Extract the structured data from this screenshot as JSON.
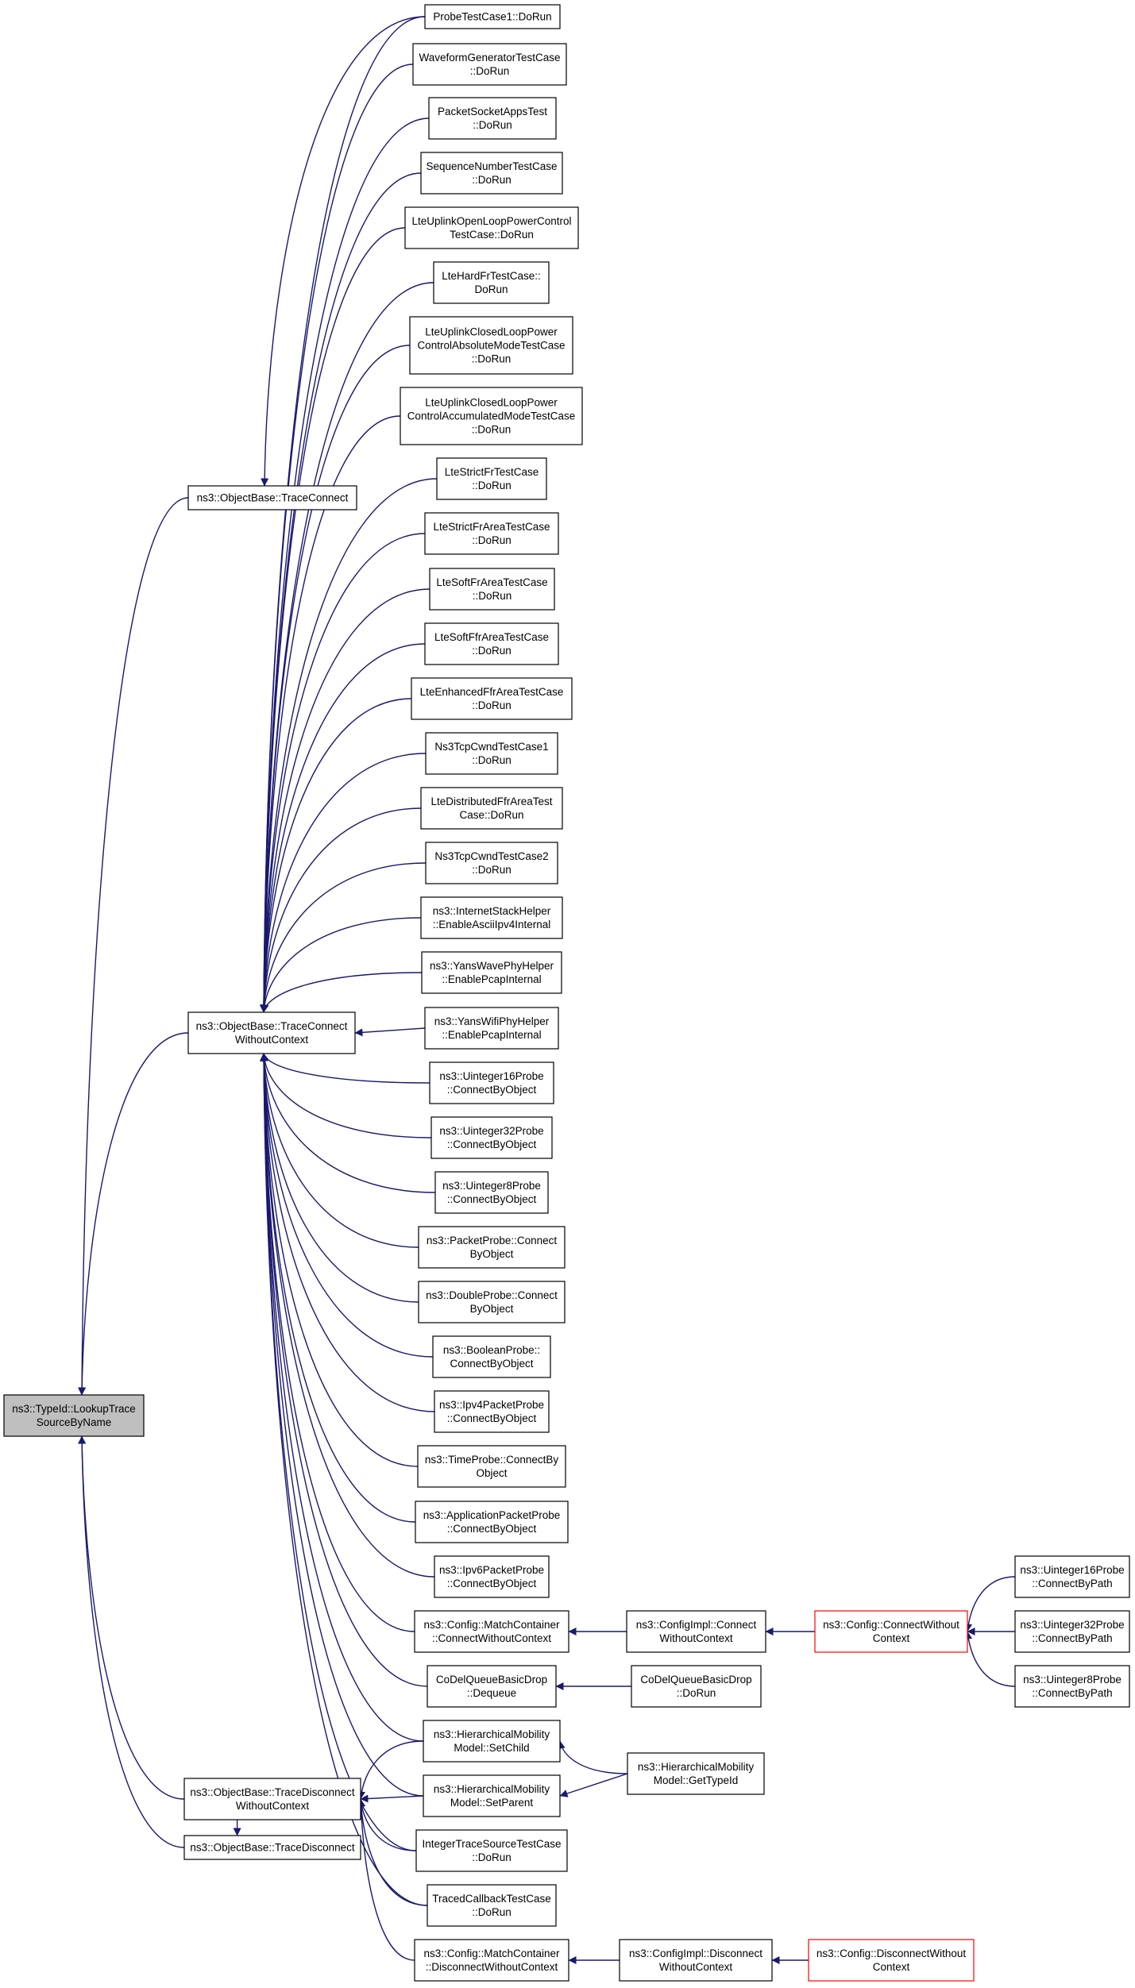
{
  "nodes": [
    {
      "id": "n0",
      "lines": [
        "ns3::TypeId::LookupTrace",
        "SourceByName"
      ],
      "style": "focus"
    },
    {
      "id": "n1",
      "lines": [
        "ns3::ObjectBase::TraceConnect"
      ],
      "style": "normal"
    },
    {
      "id": "n2",
      "lines": [
        "ns3::ObjectBase::TraceConnect",
        "WithoutContext"
      ],
      "style": "normal"
    },
    {
      "id": "n3",
      "lines": [
        "ns3::ObjectBase::TraceDisconnect",
        "WithoutContext"
      ],
      "style": "normal"
    },
    {
      "id": "n4",
      "lines": [
        "ns3::ObjectBase::TraceDisconnect"
      ],
      "style": "normal"
    },
    {
      "id": "a0",
      "lines": [
        "ProbeTestCase1::DoRun"
      ],
      "style": "normal"
    },
    {
      "id": "a1",
      "lines": [
        "WaveformGeneratorTestCase",
        "::DoRun"
      ],
      "style": "normal"
    },
    {
      "id": "a2",
      "lines": [
        "PacketSocketAppsTest",
        "::DoRun"
      ],
      "style": "normal"
    },
    {
      "id": "a3",
      "lines": [
        "SequenceNumberTestCase",
        "::DoRun"
      ],
      "style": "normal"
    },
    {
      "id": "a4",
      "lines": [
        "LteUplinkOpenLoopPowerControl",
        "TestCase::DoRun"
      ],
      "style": "normal"
    },
    {
      "id": "a5",
      "lines": [
        "LteHardFrTestCase::",
        "DoRun"
      ],
      "style": "normal"
    },
    {
      "id": "a6",
      "lines": [
        "LteUplinkClosedLoopPower",
        "ControlAbsoluteModeTestCase",
        "::DoRun"
      ],
      "style": "normal"
    },
    {
      "id": "a7",
      "lines": [
        "LteUplinkClosedLoopPower",
        "ControlAccumulatedModeTestCase",
        "::DoRun"
      ],
      "style": "normal"
    },
    {
      "id": "a8",
      "lines": [
        "LteStrictFrTestCase",
        "::DoRun"
      ],
      "style": "normal"
    },
    {
      "id": "a9",
      "lines": [
        "LteStrictFrAreaTestCase",
        "::DoRun"
      ],
      "style": "normal"
    },
    {
      "id": "a10",
      "lines": [
        "LteSoftFrAreaTestCase",
        "::DoRun"
      ],
      "style": "normal"
    },
    {
      "id": "a11",
      "lines": [
        "LteSoftFfrAreaTestCase",
        "::DoRun"
      ],
      "style": "normal"
    },
    {
      "id": "a12",
      "lines": [
        "LteEnhancedFfrAreaTestCase",
        "::DoRun"
      ],
      "style": "normal"
    },
    {
      "id": "a13",
      "lines": [
        "Ns3TcpCwndTestCase1",
        "::DoRun"
      ],
      "style": "normal"
    },
    {
      "id": "a14",
      "lines": [
        "LteDistributedFfrAreaTest",
        "Case::DoRun"
      ],
      "style": "normal"
    },
    {
      "id": "a15",
      "lines": [
        "Ns3TcpCwndTestCase2",
        "::DoRun"
      ],
      "style": "normal"
    },
    {
      "id": "a16",
      "lines": [
        "ns3::InternetStackHelper",
        "::EnableAsciiIpv4Internal"
      ],
      "style": "normal"
    },
    {
      "id": "a17",
      "lines": [
        "ns3::YansWavePhyHelper",
        "::EnablePcapInternal"
      ],
      "style": "normal"
    },
    {
      "id": "a18",
      "lines": [
        "ns3::YansWifiPhyHelper",
        "::EnablePcapInternal"
      ],
      "style": "normal"
    },
    {
      "id": "a19",
      "lines": [
        "ns3::Uinteger16Probe",
        "::ConnectByObject"
      ],
      "style": "normal"
    },
    {
      "id": "a20",
      "lines": [
        "ns3::Uinteger32Probe",
        "::ConnectByObject"
      ],
      "style": "normal"
    },
    {
      "id": "a21",
      "lines": [
        "ns3::Uinteger8Probe",
        "::ConnectByObject"
      ],
      "style": "normal"
    },
    {
      "id": "a22",
      "lines": [
        "ns3::PacketProbe::Connect",
        "ByObject"
      ],
      "style": "normal"
    },
    {
      "id": "a23",
      "lines": [
        "ns3::DoubleProbe::Connect",
        "ByObject"
      ],
      "style": "normal"
    },
    {
      "id": "a24",
      "lines": [
        "ns3::BooleanProbe::",
        "ConnectByObject"
      ],
      "style": "normal"
    },
    {
      "id": "a25",
      "lines": [
        "ns3::Ipv4PacketProbe",
        "::ConnectByObject"
      ],
      "style": "normal"
    },
    {
      "id": "a26",
      "lines": [
        "ns3::TimeProbe::ConnectBy",
        "Object"
      ],
      "style": "normal"
    },
    {
      "id": "a27",
      "lines": [
        "ns3::ApplicationPacketProbe",
        "::ConnectByObject"
      ],
      "style": "normal"
    },
    {
      "id": "a28",
      "lines": [
        "ns3::Ipv6PacketProbe",
        "::ConnectByObject"
      ],
      "style": "normal"
    },
    {
      "id": "a29",
      "lines": [
        "ns3::Config::MatchContainer",
        "::ConnectWithoutContext"
      ],
      "style": "normal"
    },
    {
      "id": "a30",
      "lines": [
        "CoDelQueueBasicDrop",
        "::Dequeue"
      ],
      "style": "normal"
    },
    {
      "id": "a31",
      "lines": [
        "ns3::HierarchicalMobility",
        "Model::SetChild"
      ],
      "style": "normal"
    },
    {
      "id": "a32",
      "lines": [
        "ns3::HierarchicalMobility",
        "Model::SetParent"
      ],
      "style": "normal"
    },
    {
      "id": "a33",
      "lines": [
        "IntegerTraceSourceTestCase",
        "::DoRun"
      ],
      "style": "normal"
    },
    {
      "id": "a34",
      "lines": [
        "TracedCallbackTestCase",
        "::DoRun"
      ],
      "style": "normal"
    },
    {
      "id": "a35",
      "lines": [
        "ns3::Config::MatchContainer",
        "::DisconnectWithoutContext"
      ],
      "style": "normal"
    },
    {
      "id": "b0",
      "lines": [
        "ns3::ConfigImpl::Connect",
        "WithoutContext"
      ],
      "style": "normal"
    },
    {
      "id": "b1",
      "lines": [
        "CoDelQueueBasicDrop",
        "::DoRun"
      ],
      "style": "normal"
    },
    {
      "id": "b2",
      "lines": [
        "ns3::HierarchicalMobility",
        "Model::GetTypeId"
      ],
      "style": "normal"
    },
    {
      "id": "b3",
      "lines": [
        "ns3::ConfigImpl::Disconnect",
        "WithoutContext"
      ],
      "style": "normal"
    },
    {
      "id": "c0",
      "lines": [
        "ns3::Config::ConnectWithout",
        "Context"
      ],
      "style": "truncated"
    },
    {
      "id": "c1",
      "lines": [
        "ns3::Config::DisconnectWithout",
        "Context"
      ],
      "style": "truncated"
    },
    {
      "id": "d0",
      "lines": [
        "ns3::Uinteger16Probe",
        "::ConnectByPath"
      ],
      "style": "normal"
    },
    {
      "id": "d1",
      "lines": [
        "ns3::Uinteger32Probe",
        "::ConnectByPath"
      ],
      "style": "normal"
    },
    {
      "id": "d2",
      "lines": [
        "ns3::Uinteger8Probe",
        "::ConnectByPath"
      ],
      "style": "normal"
    }
  ],
  "edges": [
    [
      "n1",
      "n0"
    ],
    [
      "n2",
      "n0"
    ],
    [
      "n3",
      "n0"
    ],
    [
      "n4",
      "n0"
    ],
    [
      "a0",
      "n1"
    ],
    [
      "n3",
      "n4"
    ],
    [
      "a0",
      "n2"
    ],
    [
      "a1",
      "n2"
    ],
    [
      "a2",
      "n2"
    ],
    [
      "a3",
      "n2"
    ],
    [
      "a4",
      "n2"
    ],
    [
      "a5",
      "n2"
    ],
    [
      "a6",
      "n2"
    ],
    [
      "a7",
      "n2"
    ],
    [
      "a8",
      "n2"
    ],
    [
      "a9",
      "n2"
    ],
    [
      "a10",
      "n2"
    ],
    [
      "a11",
      "n2"
    ],
    [
      "a12",
      "n2"
    ],
    [
      "a13",
      "n2"
    ],
    [
      "a14",
      "n2"
    ],
    [
      "a15",
      "n2"
    ],
    [
      "a16",
      "n2"
    ],
    [
      "a17",
      "n2"
    ],
    [
      "a18",
      "n2"
    ],
    [
      "a19",
      "n2"
    ],
    [
      "a20",
      "n2"
    ],
    [
      "a21",
      "n2"
    ],
    [
      "a22",
      "n2"
    ],
    [
      "a23",
      "n2"
    ],
    [
      "a24",
      "n2"
    ],
    [
      "a25",
      "n2"
    ],
    [
      "a26",
      "n2"
    ],
    [
      "a27",
      "n2"
    ],
    [
      "a28",
      "n2"
    ],
    [
      "a29",
      "n2"
    ],
    [
      "a30",
      "n2"
    ],
    [
      "a31",
      "n2"
    ],
    [
      "a32",
      "n2"
    ],
    [
      "a33",
      "n2"
    ],
    [
      "a34",
      "n2"
    ],
    [
      "a31",
      "n3"
    ],
    [
      "a32",
      "n3"
    ],
    [
      "a33",
      "n3"
    ],
    [
      "a34",
      "n3"
    ],
    [
      "a35",
      "n3"
    ],
    [
      "b0",
      "a29"
    ],
    [
      "b1",
      "a30"
    ],
    [
      "b2",
      "a31"
    ],
    [
      "b2",
      "a32"
    ],
    [
      "b3",
      "a35"
    ],
    [
      "c0",
      "b0"
    ],
    [
      "c1",
      "b3"
    ],
    [
      "d0",
      "c0"
    ],
    [
      "d1",
      "c0"
    ],
    [
      "d2",
      "c0"
    ]
  ],
  "colors": {
    "edge": "#191970",
    "node_border": "#000000",
    "node_fill": "#ffffff",
    "focus_fill": "#bfbfbf",
    "truncated_border": "#ff0000"
  }
}
